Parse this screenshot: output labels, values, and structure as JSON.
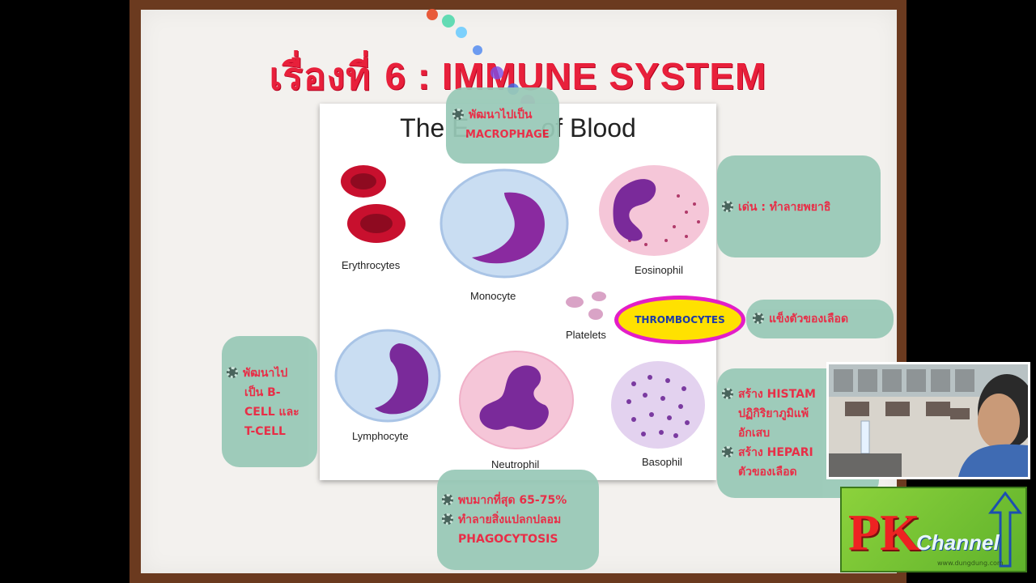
{
  "slide": {
    "title_prefix": "เรื่องที่ ",
    "title_rest": "6 : IMMUNE SYSTEM",
    "panel_title": "The E          of Blood"
  },
  "cells": {
    "erythrocytes": "Erythrocytes",
    "monocyte": "Monocyte",
    "eosinophil": "Eosinophil",
    "platelets": "Platelets",
    "lymphocyte": "Lymphocyte",
    "neutrophil": "Neutrophil",
    "basophil": "Basophil"
  },
  "notes": {
    "macrophage_1": "พัฒนาไปเป็น",
    "macrophage_2": "MACROPHAGE",
    "eosinophil_note": "เด่น : ทำลายพยาธิ",
    "thrombocytes": "THROMBOCYTES",
    "platelet_note": "แข็งตัวของเลือด",
    "lymph_1": "พัฒนาไป",
    "lymph_2": "เป็น B-",
    "lymph_3": "CELL และ",
    "lymph_4": "T-CELL",
    "baso_1": "สร้าง HISTAM",
    "baso_2": "ปฏิกิริยาภูมิแพ้",
    "baso_3": "อักเสบ",
    "baso_4": "สร้าง HEPARI",
    "baso_5": "ตัวของเลือด",
    "neutro_1": "พบมากที่สุด 65-75%",
    "neutro_2": "ทำลายสิ่งแปลกปลอม",
    "neutro_3": "PHAGOCYTOSIS"
  },
  "logo": {
    "pk": "PK",
    "channel": "Channel",
    "url": "www.dungdung.com"
  }
}
